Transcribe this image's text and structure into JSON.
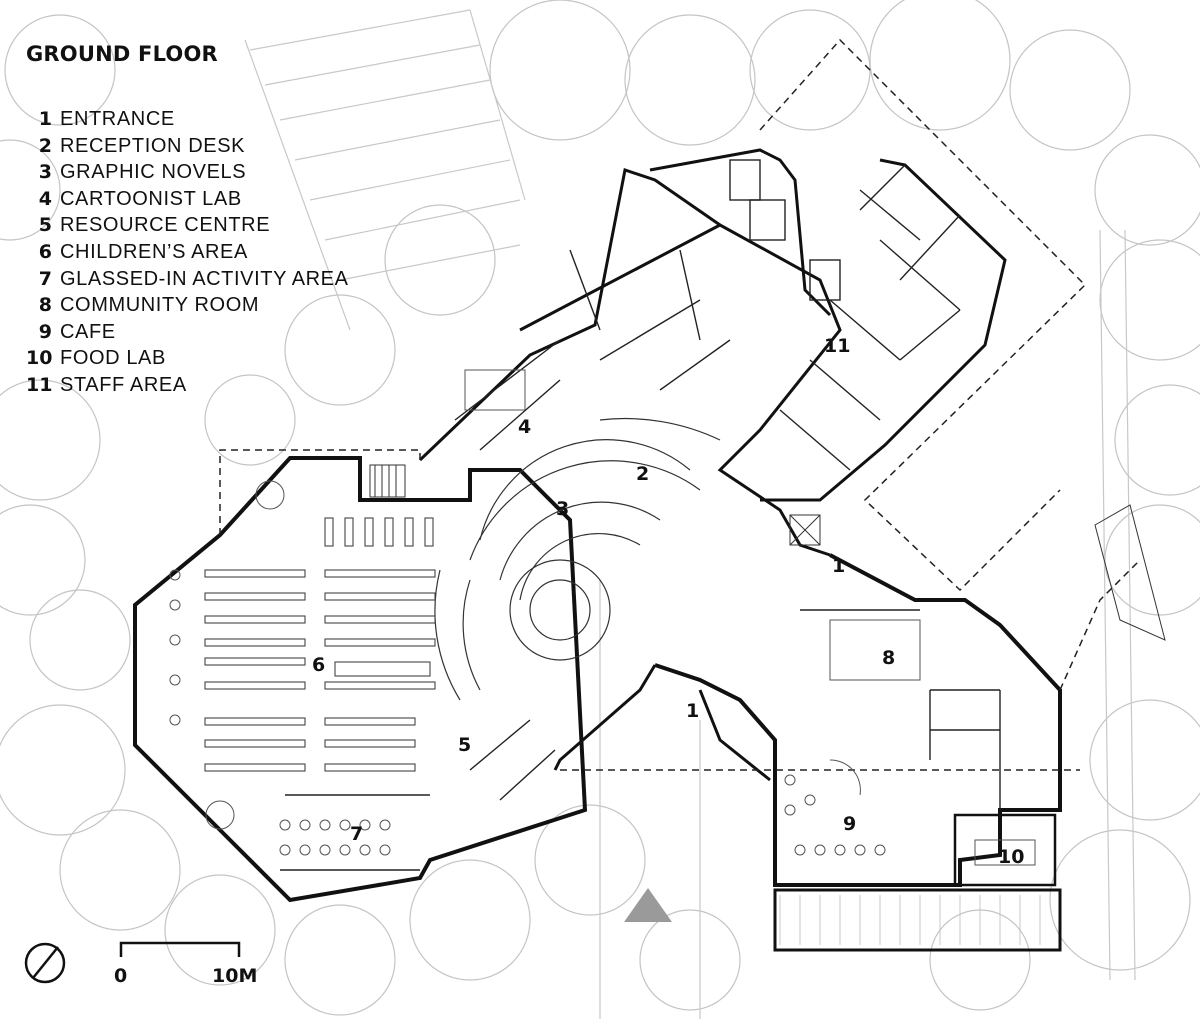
{
  "legend": {
    "title": "GROUND FLOOR",
    "items": [
      {
        "num": "1",
        "label": "ENTRANCE"
      },
      {
        "num": "2",
        "label": "RECEPTION DESK"
      },
      {
        "num": "3",
        "label": "GRAPHIC NOVELS"
      },
      {
        "num": "4",
        "label": "CARTOONIST LAB"
      },
      {
        "num": "5",
        "label": "RESOURCE CENTRE"
      },
      {
        "num": "6",
        "label": "CHILDREN’S AREA"
      },
      {
        "num": "7",
        "label": "GLASSED-IN ACTIVITY AREA"
      },
      {
        "num": "8",
        "label": "COMMUNITY ROOM"
      },
      {
        "num": "9",
        "label": "CAFE"
      },
      {
        "num": "10",
        "label": "FOOD LAB"
      },
      {
        "num": "11",
        "label": "STAFF AREA"
      }
    ]
  },
  "plan_labels": {
    "entrance_north": "1",
    "entrance_south": "1",
    "reception": "2",
    "graphic_novels": "3",
    "cartoonist_lab": "4",
    "resource_centre": "5",
    "childrens_area": "6",
    "activity_area": "7",
    "community_room": "8",
    "cafe": "9",
    "food_lab": "10",
    "staff_area": "11"
  },
  "scale_bar": {
    "start": "0",
    "end": "10M"
  },
  "colors": {
    "wall": "#111111",
    "tree": "#bdbdbd",
    "site": "#c8c8c8",
    "marker": "#9a9a9a"
  }
}
